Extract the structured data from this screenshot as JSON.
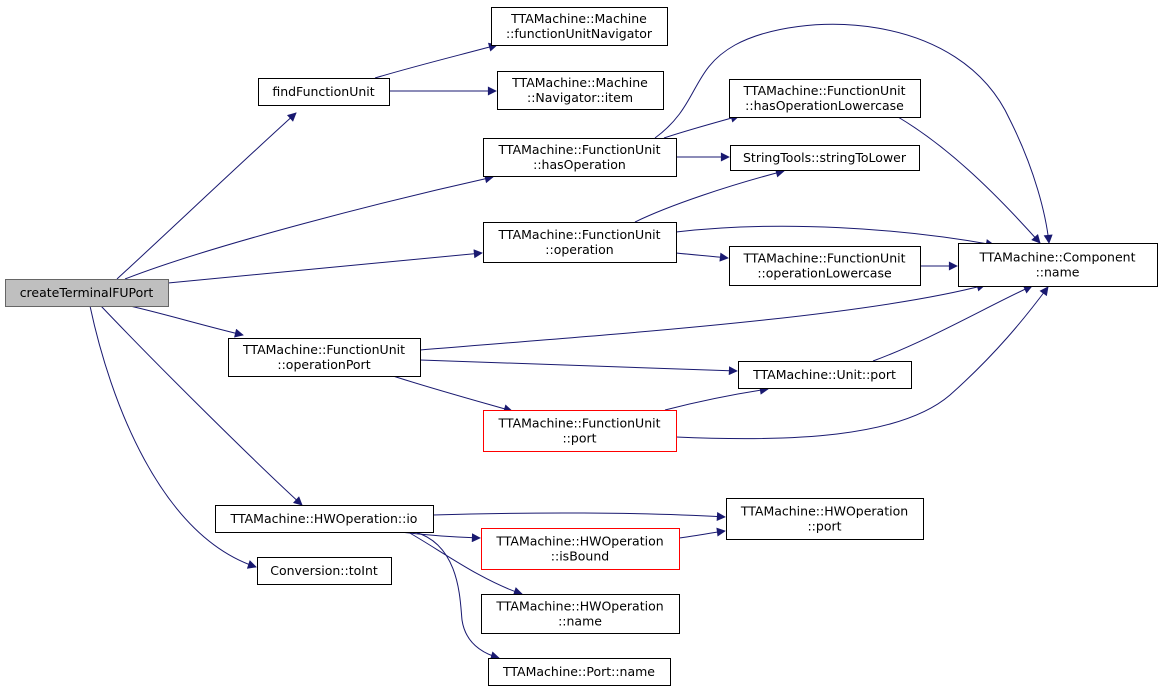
{
  "graph": {
    "colors": {
      "edge": "#191970",
      "node_border": "#000000",
      "root_fill": "#bfbfbf",
      "root_border": "#666666",
      "highlight_border": "#ff0000"
    },
    "nodes": [
      {
        "id": "createTerminalFUPort",
        "lines": [
          "createTerminalFUPort"
        ],
        "style": "root"
      },
      {
        "id": "findFunctionUnit",
        "lines": [
          "findFunctionUnit"
        ],
        "style": "normal"
      },
      {
        "id": "Machine_functionUnitNavigator",
        "lines": [
          "TTAMachine::Machine",
          "::functionUnitNavigator"
        ],
        "style": "normal"
      },
      {
        "id": "Machine_Navigator_item",
        "lines": [
          "TTAMachine::Machine",
          "::Navigator::item"
        ],
        "style": "normal"
      },
      {
        "id": "FunctionUnit_hasOperation",
        "lines": [
          "TTAMachine::FunctionUnit",
          "::hasOperation"
        ],
        "style": "normal"
      },
      {
        "id": "FunctionUnit_hasOperationLowercase",
        "lines": [
          "TTAMachine::FunctionUnit",
          "::hasOperationLowercase"
        ],
        "style": "normal"
      },
      {
        "id": "StringTools_stringToLower",
        "lines": [
          "StringTools::stringToLower"
        ],
        "style": "normal"
      },
      {
        "id": "FunctionUnit_operation",
        "lines": [
          "TTAMachine::FunctionUnit",
          "::operation"
        ],
        "style": "normal"
      },
      {
        "id": "FunctionUnit_operationLowercase",
        "lines": [
          "TTAMachine::FunctionUnit",
          "::operationLowercase"
        ],
        "style": "normal"
      },
      {
        "id": "Component_name",
        "lines": [
          "TTAMachine::Component",
          "::name"
        ],
        "style": "normal"
      },
      {
        "id": "FunctionUnit_operationPort",
        "lines": [
          "TTAMachine::FunctionUnit",
          "::operationPort"
        ],
        "style": "normal"
      },
      {
        "id": "Unit_port",
        "lines": [
          "TTAMachine::Unit::port"
        ],
        "style": "normal"
      },
      {
        "id": "FunctionUnit_port",
        "lines": [
          "TTAMachine::FunctionUnit",
          "::port"
        ],
        "style": "red"
      },
      {
        "id": "HWOperation_io",
        "lines": [
          "TTAMachine::HWOperation::io"
        ],
        "style": "normal"
      },
      {
        "id": "HWOperation_port",
        "lines": [
          "TTAMachine::HWOperation",
          "::port"
        ],
        "style": "normal"
      },
      {
        "id": "HWOperation_isBound",
        "lines": [
          "TTAMachine::HWOperation",
          "::isBound"
        ],
        "style": "red"
      },
      {
        "id": "Conversion_toInt",
        "lines": [
          "Conversion::toInt"
        ],
        "style": "normal"
      },
      {
        "id": "HWOperation_name",
        "lines": [
          "TTAMachine::HWOperation",
          "::name"
        ],
        "style": "normal"
      },
      {
        "id": "Port_name",
        "lines": [
          "TTAMachine::Port::name"
        ],
        "style": "normal"
      }
    ],
    "edges": [
      {
        "from": "createTerminalFUPort",
        "to": "findFunctionUnit"
      },
      {
        "from": "createTerminalFUPort",
        "to": "FunctionUnit_hasOperation"
      },
      {
        "from": "createTerminalFUPort",
        "to": "FunctionUnit_operation"
      },
      {
        "from": "createTerminalFUPort",
        "to": "FunctionUnit_operationPort"
      },
      {
        "from": "createTerminalFUPort",
        "to": "HWOperation_io"
      },
      {
        "from": "createTerminalFUPort",
        "to": "Conversion_toInt"
      },
      {
        "from": "findFunctionUnit",
        "to": "Machine_functionUnitNavigator"
      },
      {
        "from": "findFunctionUnit",
        "to": "Machine_Navigator_item"
      },
      {
        "from": "FunctionUnit_hasOperation",
        "to": "Component_name"
      },
      {
        "from": "FunctionUnit_hasOperation",
        "to": "FunctionUnit_hasOperationLowercase"
      },
      {
        "from": "FunctionUnit_hasOperation",
        "to": "StringTools_stringToLower"
      },
      {
        "from": "FunctionUnit_hasOperationLowercase",
        "to": "Component_name"
      },
      {
        "from": "FunctionUnit_operation",
        "to": "StringTools_stringToLower"
      },
      {
        "from": "FunctionUnit_operation",
        "to": "Component_name"
      },
      {
        "from": "FunctionUnit_operation",
        "to": "FunctionUnit_operationLowercase"
      },
      {
        "from": "FunctionUnit_operationLowercase",
        "to": "Component_name"
      },
      {
        "from": "FunctionUnit_operationPort",
        "to": "Component_name"
      },
      {
        "from": "FunctionUnit_operationPort",
        "to": "Unit_port"
      },
      {
        "from": "FunctionUnit_operationPort",
        "to": "FunctionUnit_port"
      },
      {
        "from": "Unit_port",
        "to": "Component_name"
      },
      {
        "from": "FunctionUnit_port",
        "to": "Unit_port"
      },
      {
        "from": "FunctionUnit_port",
        "to": "Component_name"
      },
      {
        "from": "HWOperation_io",
        "to": "HWOperation_port"
      },
      {
        "from": "HWOperation_io",
        "to": "HWOperation_isBound"
      },
      {
        "from": "HWOperation_io",
        "to": "HWOperation_name"
      },
      {
        "from": "HWOperation_io",
        "to": "Port_name"
      },
      {
        "from": "HWOperation_isBound",
        "to": "HWOperation_port"
      }
    ]
  }
}
